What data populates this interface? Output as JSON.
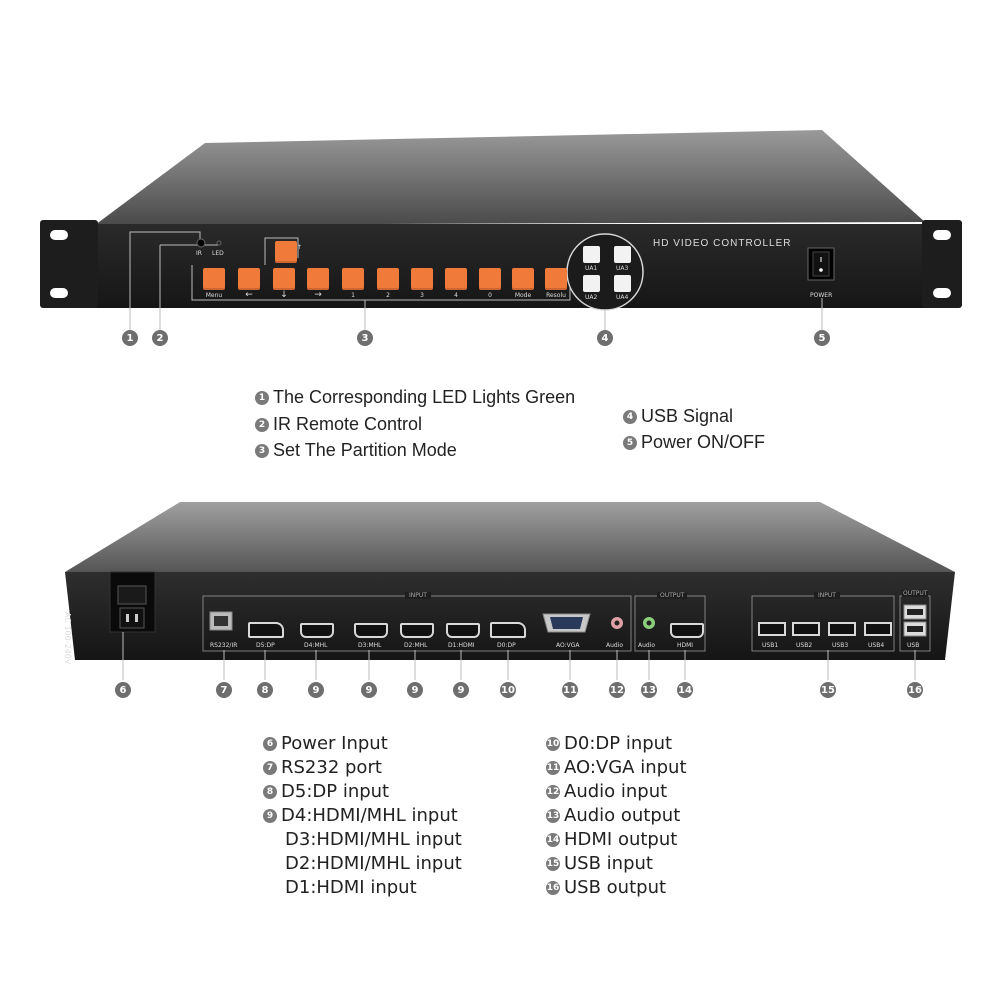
{
  "front_panel": {
    "title": "HD VIDEO CONTROLLER",
    "ir_label": "IR",
    "led_label": "LED",
    "power_label": "POWER",
    "buttons": [
      "Menu",
      "←",
      "↓",
      "→",
      "1",
      "2",
      "3",
      "4",
      "0",
      "Mode",
      "Resolu"
    ],
    "up_button": "↑",
    "usb_buttons": [
      "UA1",
      "UA3",
      "UA2",
      "UA4"
    ]
  },
  "front_markers": [
    "1",
    "2",
    "3",
    "4",
    "5"
  ],
  "front_legend_left": [
    {
      "num": "1",
      "text": "The Corresponding LED Lights Green"
    },
    {
      "num": "2",
      "text": "IR Remote Control"
    },
    {
      "num": "3",
      "text": "Set The Partition Mode"
    }
  ],
  "front_legend_right": [
    {
      "num": "4",
      "text": "USB Signal"
    },
    {
      "num": "5",
      "text": "Power ON/OFF"
    }
  ],
  "rear_panel": {
    "ac_label": "AC 100-240V",
    "input_group": "INPUT",
    "output_group": "OUTPUT",
    "usb_input_group": "INPUT",
    "usb_output_group": "OUTPUT",
    "ports": [
      "RS232/IR",
      "D5:DP",
      "D4:MHL",
      "D3:MHL",
      "D2:MHL",
      "D1:HDMI",
      "D0:DP",
      "AO:VGA",
      "Audio",
      "Audio",
      "HDMI",
      "USB1",
      "USB2",
      "USB3",
      "USB4",
      "USB"
    ]
  },
  "rear_markers": [
    "6",
    "7",
    "8",
    "9",
    "9",
    "9",
    "9",
    "10",
    "11",
    "12",
    "13",
    "14",
    "15",
    "16"
  ],
  "rear_legend_left": [
    {
      "num": "6",
      "text": "Power Input"
    },
    {
      "num": "7",
      "text": "RS232 port"
    },
    {
      "num": "8",
      "text": "D5:DP input"
    },
    {
      "num": "9",
      "text": "D4:HDMI/MHL input"
    },
    {
      "num": "",
      "text": "D3:HDMI/MHL input"
    },
    {
      "num": "",
      "text": "D2:HDMI/MHL input"
    },
    {
      "num": "",
      "text": "D1:HDMI input"
    }
  ],
  "rear_legend_right": [
    {
      "num": "10",
      "text": "D0:DP input"
    },
    {
      "num": "11",
      "text": "AO:VGA input"
    },
    {
      "num": "12",
      "text": "Audio input"
    },
    {
      "num": "13",
      "text": "Audio output"
    },
    {
      "num": "14",
      "text": "HDMI output"
    },
    {
      "num": "15",
      "text": "USB input"
    },
    {
      "num": "16",
      "text": "USB output"
    }
  ]
}
